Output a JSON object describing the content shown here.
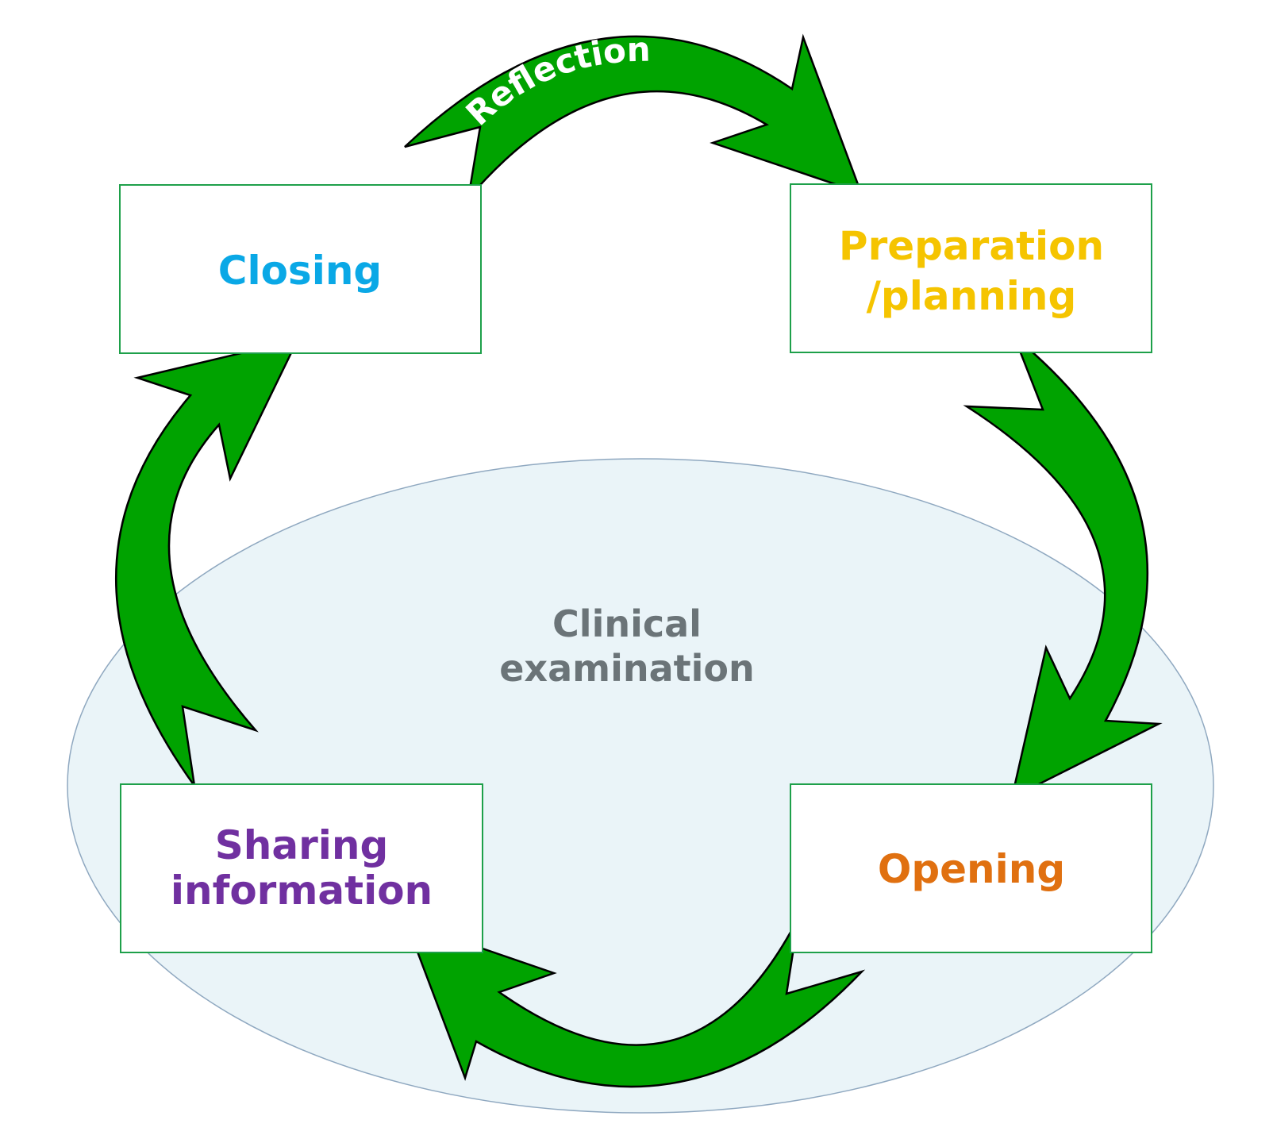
{
  "center": {
    "line1": "Clinical",
    "line2": "examination"
  },
  "boxes": {
    "closing": {
      "label": "Closing"
    },
    "preparation": {
      "line1": "Preparation",
      "line2": "/planning"
    },
    "opening": {
      "label": "Opening"
    },
    "sharing": {
      "line1": "Sharing",
      "line2": "information"
    }
  },
  "arrows": {
    "top_label": "Reflection"
  },
  "colors": {
    "arrow_fill": "#00A300",
    "box_border": "#1EA04A",
    "ellipse_fill": "#EAF4F8",
    "ellipse_stroke": "#8FA8C0",
    "closing": "#0AA8E6",
    "preparation": "#F5C400",
    "opening": "#E07010",
    "sharing": "#7030A0",
    "center": "#6B7478",
    "reflection": "#FFFFFF"
  }
}
